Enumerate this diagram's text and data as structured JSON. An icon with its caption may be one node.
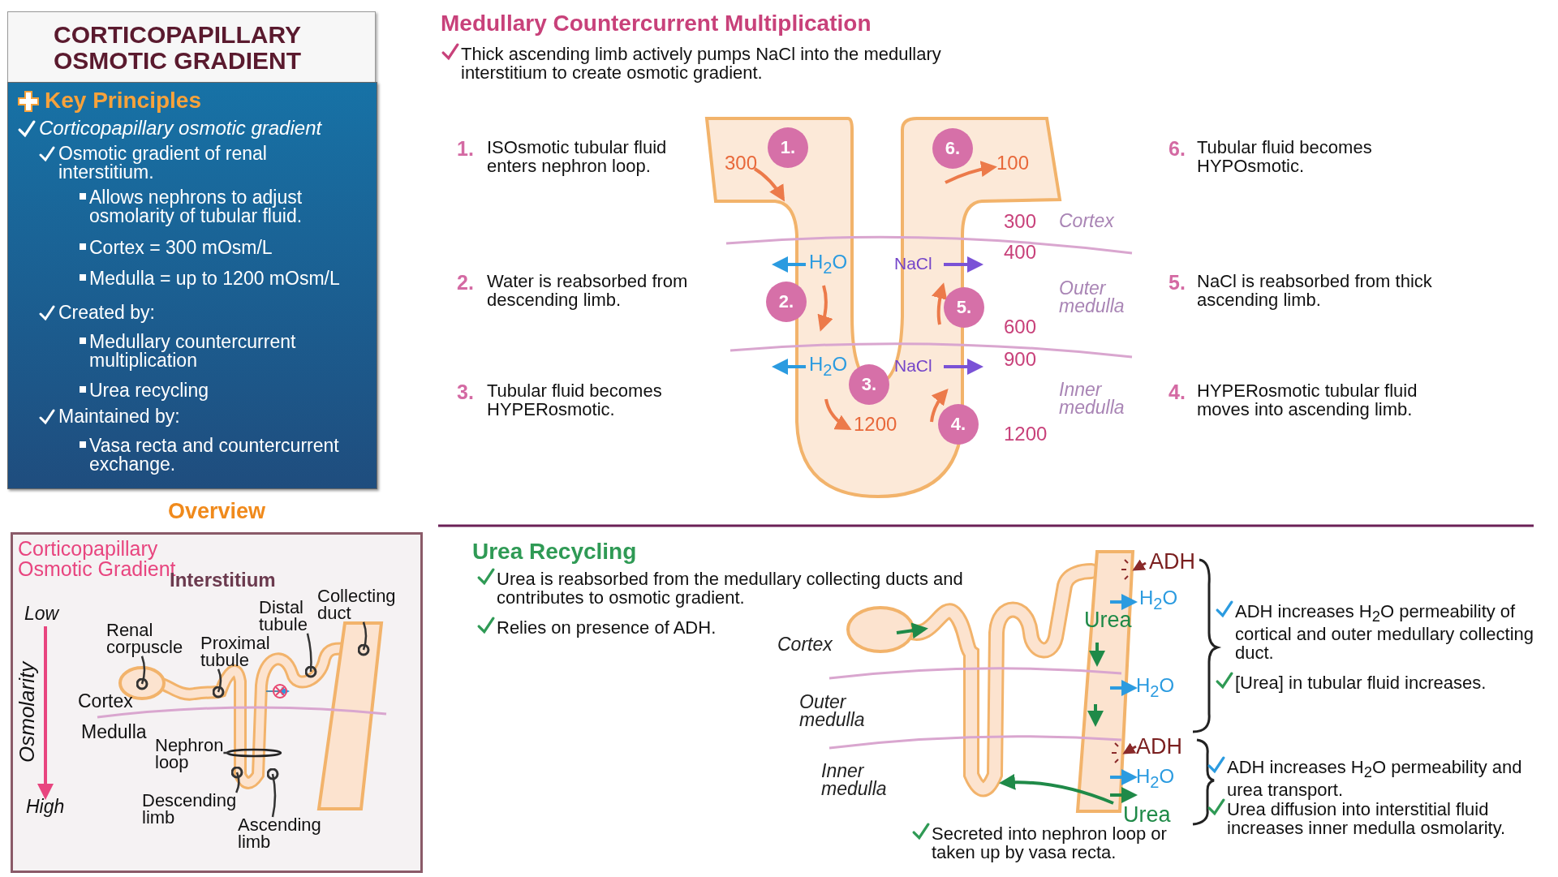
{
  "diagram": {
    "title": "CORTICOPAPILLARY OSMOTIC GRADIENT",
    "nodes": [
      {
        "text": [
          "Key Principles",
          "Corticopapillary osmotic gradient",
          "Osmotic gradient of renal interstitium.",
          "Allows nephrons to adjust osmolarity of tubular fluid.",
          "Cortex = 300 mOsm/L",
          "Medulla = up to 1200 mOsm/L",
          "Created by:",
          "Medullary countercurrent multiplication",
          "Urea recycling",
          "Maintained by:",
          "Vasa recta and countercurrent exchange."
        ]
      },
      {
        "text": [
          "Overview"
        ]
      },
      {
        "text": [
          "Renal corpuscle"
        ],
        "in": 1
      },
      {
        "text": [
          "Proximal tubule"
        ],
        "in": 1
      },
      {
        "text": [
          "Distal tubule"
        ],
        "in": 1
      },
      {
        "text": [
          "Collecting duct"
        ],
        "in": 1
      },
      {
        "text": [
          "Nephron loop"
        ],
        "in": 1
      },
      {
        "text": [
          "Descending limb"
        ],
        "in": 1
      },
      {
        "text": [
          "Ascending limb"
        ],
        "in": 1
      },
      {
        "text": [
          "1."
        ]
      },
      {
        "text": [
          "6."
        ]
      },
      {
        "text": [
          "2."
        ]
      },
      {
        "text": [
          "5."
        ]
      },
      {
        "text": [
          "3."
        ]
      },
      {
        "text": [
          "4."
        ]
      }
    ],
    "edges": [
      {
        "from": 2,
        "to": null,
        "arrow": "other"
      },
      {
        "from": 3,
        "to": null,
        "arrow": "other"
      },
      {
        "from": 4,
        "to": null,
        "arrow": "other"
      },
      {
        "from": 5,
        "to": null,
        "arrow": "other"
      },
      {
        "from": 6,
        "to": null,
        "arrow": "none"
      },
      {
        "from": 7,
        "to": null,
        "arrow": "other"
      },
      {
        "from": 8,
        "to": null,
        "arrow": "other"
      }
    ],
    "labels": [
      "Medullary Countercurrent Multiplication",
      "Thick ascending limb actively pumps NaCl into the medullary interstitium to create osmotic gradient.",
      "1.",
      "ISOsmotic tubular fluid enters nephron loop.",
      "300",
      "100",
      "6.",
      "Tubular fluid becomes HYPOsmotic.",
      "300",
      "Cortex",
      "H$_{2}$O",
      "NaCl",
      "400",
      "2.",
      "Water is reabsorbed from descending limb.",
      "Outer medulla",
      "5.",
      "NaCl is reabsorbed from thick ascending limb.",
      "600",
      "H$_{2}$O",
      "NaCl",
      "900",
      "3.",
      "Tubular fluid becomes HYPERosmotic.",
      "1200",
      "Inner medulla",
      "4.",
      "HYPERosmotic tubular fluid moves into ascending limb.",
      "1200",
      "Corticopapillary Osmotic Gradient",
      "Interstitium",
      "Low",
      "Osmolarity",
      "High",
      "Cortex",
      "Medulla",
      "Urea Recycling",
      "Urea is reabsorbed from the medullary collecting ducts and contributes to osmotic gradient.",
      "Relies on presence of ADH.",
      "ADH",
      "H$_{2}$O",
      "Urea",
      "ADH increases H$_{2}$O permeability of cortical and outer medullary collecting duct.",
      "Cortex",
      "H$_{2}$O",
      "[Urea] in tubular fluid increases.",
      "Outer medulla",
      "ADH",
      "Inner medulla",
      "H$_{2}$O",
      "ADH increases H$_{2}$O permeability and urea transport.",
      "Urea diffusion into interstitial fluid increases inner medulla osmolarity.",
      "Urea",
      "Secreted into nephron loop or taken up by vasa recta."
    ]
  }
}
